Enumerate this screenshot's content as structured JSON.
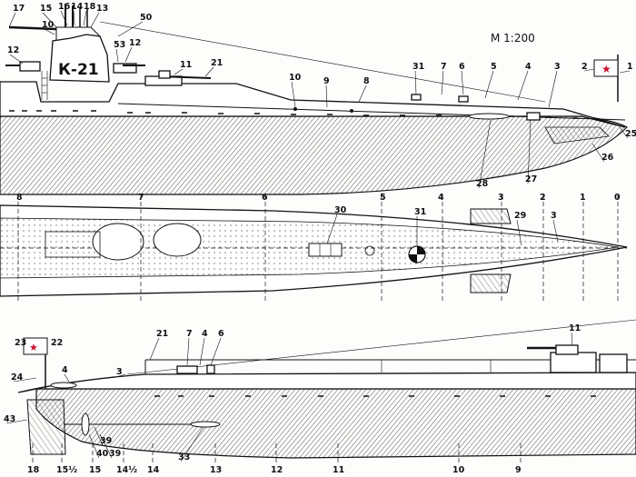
{
  "scale": "M 1:200",
  "hull_number": "К-21",
  "side_view_labels": [
    "17",
    "15",
    "16",
    "14",
    "18",
    "13",
    "50",
    "10",
    "12",
    "53",
    "12",
    "11",
    "21",
    "10",
    "9",
    "8",
    "31",
    "7",
    "6",
    "5",
    "4",
    "3",
    "2",
    "1",
    "25",
    "26",
    "27",
    "28"
  ],
  "side_frames": [
    "8",
    "7",
    "6",
    "5",
    "4",
    "3",
    "2",
    "1",
    "0"
  ],
  "plan_view_labels": [
    "30",
    "31",
    "29",
    "3"
  ],
  "lower_view_labels": [
    "23",
    "22",
    "24",
    "4",
    "3",
    "21",
    "7",
    "4",
    "6",
    "11",
    "43"
  ],
  "lower_frames": [
    "18",
    "15½",
    "15",
    "14½",
    "14",
    "13",
    "12",
    "11",
    "10",
    "9"
  ],
  "lower_extra_labels": [
    "40",
    "39",
    "39",
    "33"
  ],
  "colors": {
    "ink": "#111111",
    "paper": "#fdfdfb",
    "shade": "#9a9a9a",
    "flag": "#c8102e"
  }
}
